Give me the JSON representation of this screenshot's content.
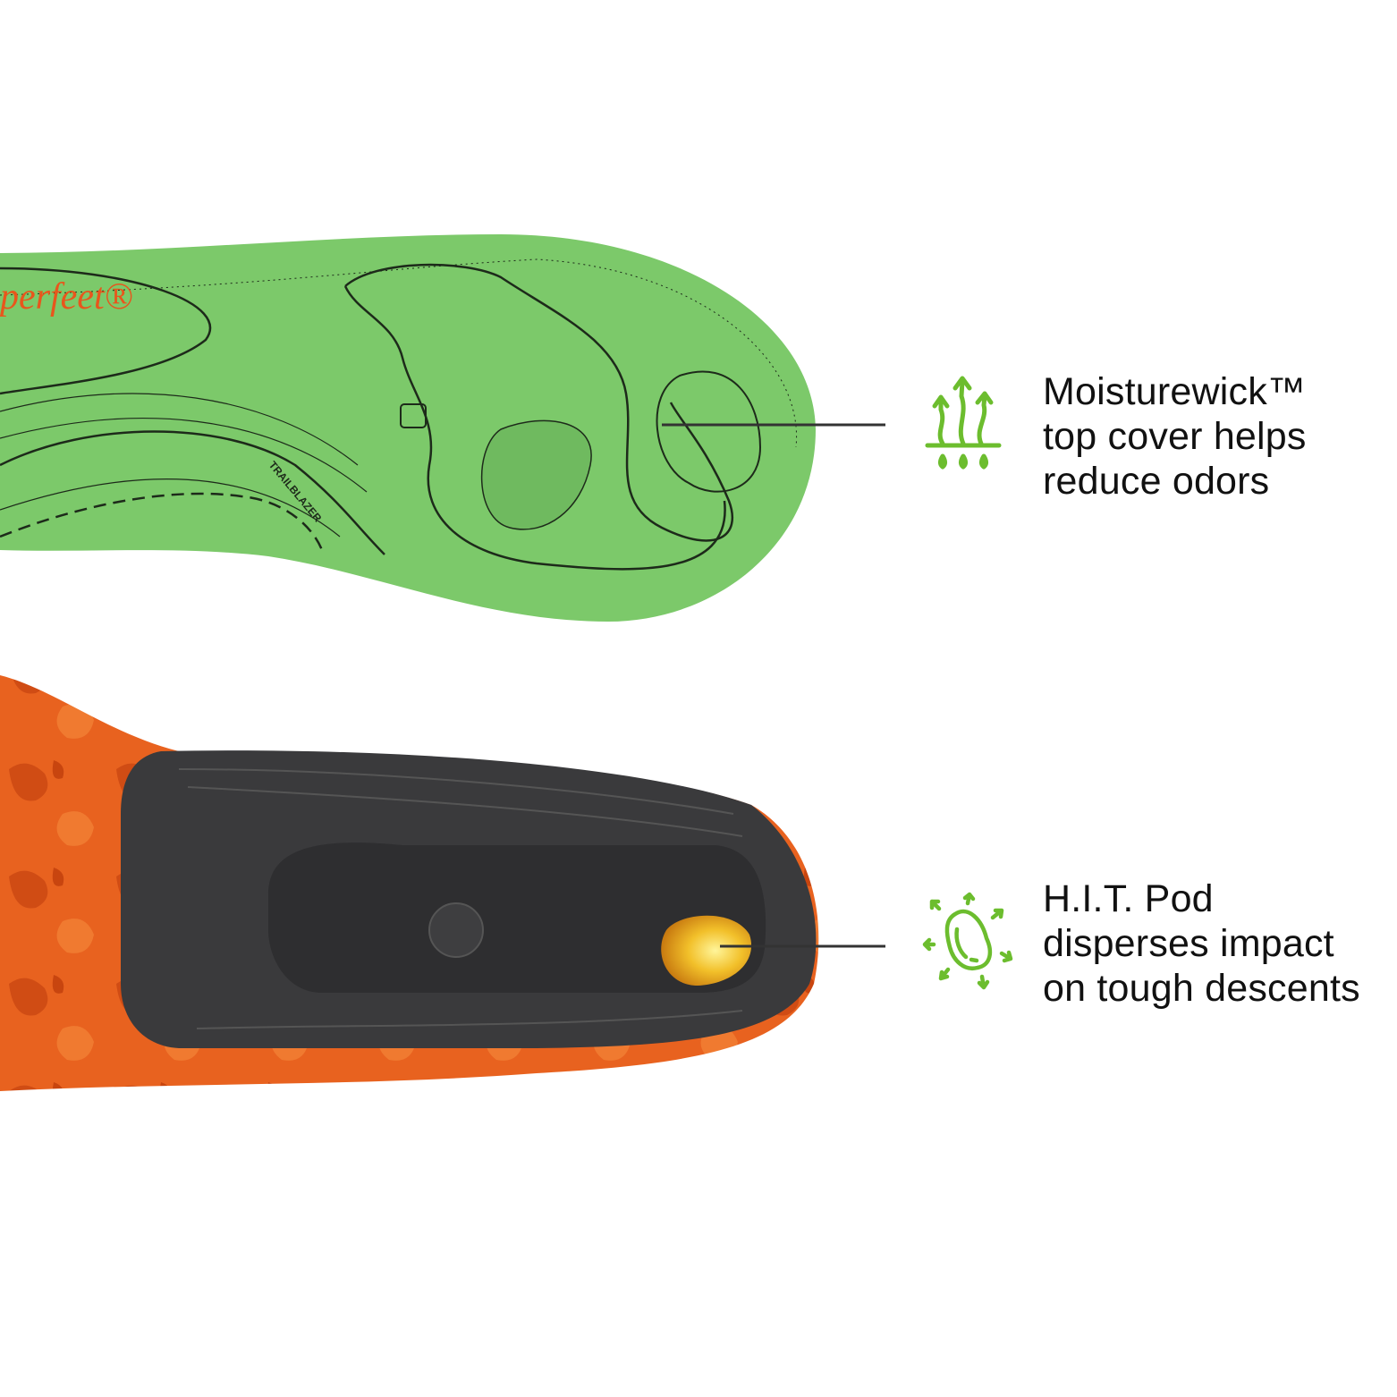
{
  "features": [
    {
      "icon": "moisture-wick-icon",
      "lines": [
        "Moisturewick™",
        "top cover helps",
        "reduce odors"
      ]
    },
    {
      "icon": "hit-pod-icon",
      "lines": [
        "H.I.T. Pod",
        "disperses impact",
        "on tough descents"
      ]
    }
  ],
  "insole": {
    "logo_text": "superfeet®",
    "model_text": "TRAILBLAZER"
  },
  "colors": {
    "top_cover": "#7cc96a",
    "base_orange": "#e8621f",
    "heel_cup": "#3a3a3c",
    "accent_green": "#6cbd2e",
    "pod": "#f0b020"
  }
}
